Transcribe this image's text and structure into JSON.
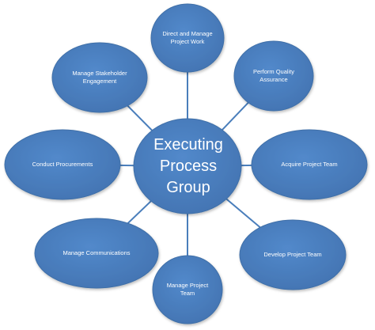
{
  "diagram": {
    "center": {
      "label": "Executing\nProcess\nGroup"
    },
    "processes": [
      {
        "label": "Direct and Manage\nProject Work"
      },
      {
        "label": "Perform Quality\nAssurance"
      },
      {
        "label": "Acquire Project Team"
      },
      {
        "label": "Develop Project Team"
      },
      {
        "label": "Manage Project\nTeam"
      },
      {
        "label": "Manage Communications"
      },
      {
        "label": "Conduct Procurements"
      },
      {
        "label": "Manage Stakeholder\nEngagement"
      }
    ]
  },
  "colors": {
    "node_fill": "#4a7ebb",
    "node_stroke": "#3f6fa8",
    "connector": "#4a7ebb",
    "text": "#ffffff"
  }
}
